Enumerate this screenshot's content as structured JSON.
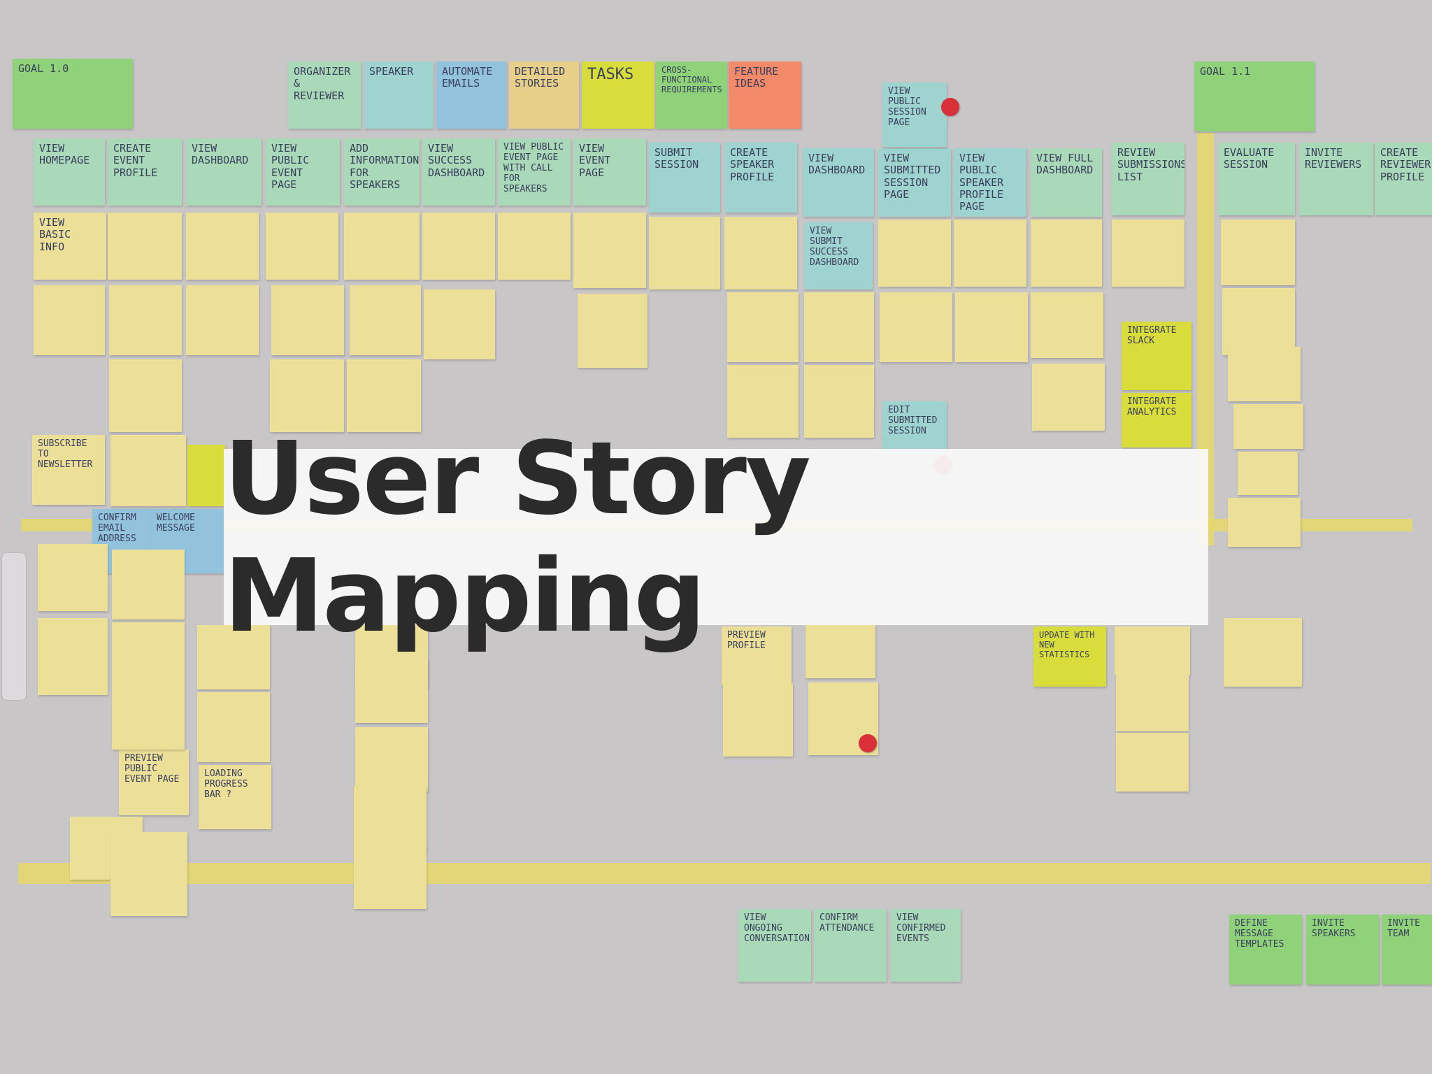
{
  "title": "User Story Mapping",
  "colors": {
    "board": "#c9c6c8",
    "yellow": "#ecdf98",
    "bright_yellow": "#d9dd3c",
    "green": "#8fd27a",
    "mint": "#a9d9b8",
    "teal": "#9fd3cf",
    "blue": "#93c3dc",
    "orange": "#f28a6a",
    "gold": "#e7cf8a",
    "banner": "#f8f8f8",
    "pin": "#d9303a"
  },
  "notes": [
    {
      "text": "GOAL 1.0",
      "color": "green"
    },
    {
      "text": "ORGANIZER & REVIEWER",
      "color": "mint"
    },
    {
      "text": "SPEAKER",
      "color": "teal"
    },
    {
      "text": "AUTOMATE EMAILS",
      "color": "blue"
    },
    {
      "text": "DETAILED STORIES",
      "color": "gold"
    },
    {
      "text": "TASKS",
      "color": "bright_yellow"
    },
    {
      "text": "CROSS-FUNCTIONAL REQUIREMENTS",
      "color": "green"
    },
    {
      "text": "FEATURE IDEAS",
      "color": "orange"
    },
    {
      "text": "GOAL 1.1",
      "color": "green"
    },
    {
      "text": "VIEW HOMEPAGE",
      "color": "mint"
    },
    {
      "text": "CREATE EVENT PROFILE",
      "color": "mint"
    },
    {
      "text": "VIEW DASHBOARD",
      "color": "mint"
    },
    {
      "text": "VIEW PUBLIC EVENT PAGE",
      "color": "mint"
    },
    {
      "text": "ADD INFORMATION FOR SPEAKERS",
      "color": "mint"
    },
    {
      "text": "VIEW SUCCESS DASHBOARD",
      "color": "mint"
    },
    {
      "text": "VIEW PUBLIC EVENT PAGE WITH CALL FOR SPEAKERS",
      "color": "mint"
    },
    {
      "text": "VIEW EVENT PAGE",
      "color": "mint"
    },
    {
      "text": "SUBMIT SESSION",
      "color": "teal"
    },
    {
      "text": "CREATE SPEAKER PROFILE",
      "color": "teal"
    },
    {
      "text": "VIEW DASHBOARD",
      "color": "teal"
    },
    {
      "text": "VIEW SUBMITTED SESSION PAGE",
      "color": "teal"
    },
    {
      "text": "VIEW PUBLIC SPEAKER PROFILE PAGE",
      "color": "teal"
    },
    {
      "text": "VIEW FULL DASHBOARD",
      "color": "mint"
    },
    {
      "text": "REVIEW SUBMISSIONS LIST",
      "color": "mint"
    },
    {
      "text": "EVALUATE SESSION",
      "color": "mint"
    },
    {
      "text": "INVITE REVIEWERS",
      "color": "mint"
    },
    {
      "text": "CREATE REVIEWER PROFILE",
      "color": "mint"
    },
    {
      "text": "VIEW PUBLIC SESSION PAGE",
      "color": "teal"
    },
    {
      "text": "VIEW BASIC INFO",
      "color": "yellow"
    },
    {
      "text": "VIEW SUBMIT SUCCESS DASHBOARD",
      "color": "teal"
    },
    {
      "text": "INTEGRATE SLACK",
      "color": "bright_yellow"
    },
    {
      "text": "INTEGRATE ANALYTICS",
      "color": "bright_yellow"
    },
    {
      "text": "EDIT SUBMITTED SESSION",
      "color": "teal"
    },
    {
      "text": "CONFIRM EMAIL ADDRESS",
      "color": "blue"
    },
    {
      "text": "WELCOME MESSAGE",
      "color": "blue"
    },
    {
      "text": "SUBSCRIBE TO NEWSLETTER",
      "color": "yellow"
    },
    {
      "text": "PREVIEW PROFILE",
      "color": "yellow"
    },
    {
      "text": "UPDATE WITH NEW STATISTICS",
      "color": "bright_yellow"
    },
    {
      "text": "PREVIEW PUBLIC EVENT PAGE",
      "color": "yellow"
    },
    {
      "text": "LOADING PROGRESS BAR ?",
      "color": "yellow"
    },
    {
      "text": "VIEW ONGOING CONVERSATION",
      "color": "mint"
    },
    {
      "text": "CONFIRM ATTENDANCE",
      "color": "mint"
    },
    {
      "text": "VIEW CONFIRMED EVENTS",
      "color": "mint"
    },
    {
      "text": "DEFINE MESSAGE TEMPLATES",
      "color": "green"
    },
    {
      "text": "INVITE SPEAKERS",
      "color": "green"
    },
    {
      "text": "INVITE TEAM",
      "color": "green"
    }
  ]
}
